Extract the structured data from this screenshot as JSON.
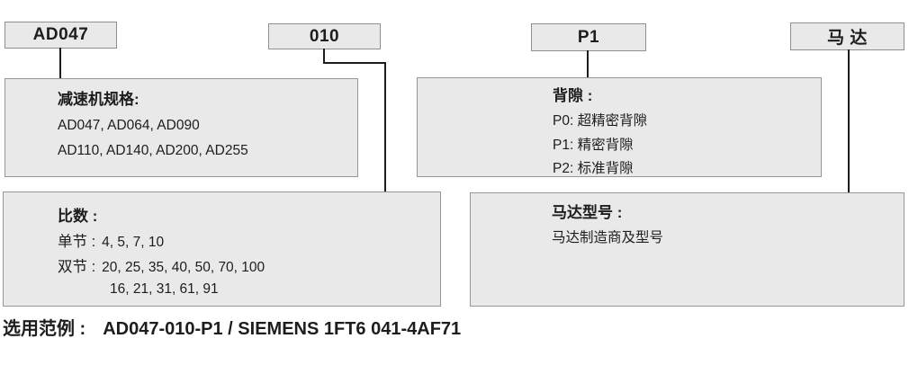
{
  "colors": {
    "background": "#ffffff",
    "box_fill": "#e9e9e9",
    "box_border": "#8f8f8f",
    "connector_line": "#1d1d1b",
    "text": "#1d1d1b"
  },
  "code_boxes": [
    {
      "label": "AD047"
    },
    {
      "label": "010"
    },
    {
      "label": "P1"
    },
    {
      "label": "马 达"
    }
  ],
  "boxes": {
    "spec": {
      "title": "减速机规格:",
      "line1": "AD047, AD064, AD090",
      "line2": "AD110, AD140, AD200, AD255"
    },
    "backlash": {
      "title": "背隙 :",
      "line1": "P0: 超精密背隙",
      "line2": "P1: 精密背隙",
      "line3": "P2: 标准背隙"
    },
    "ratio": {
      "title": "比数 :",
      "row1_label": "单节 :",
      "row1_values": "4, 5, 7, 10",
      "row2_label": "双节 :",
      "row2_values": "20, 25, 35, 40, 50, 70, 100",
      "row2_values_cont": "16, 21, 31, 61, 91"
    },
    "motor": {
      "title": "马达型号 :",
      "line1": "马达制造商及型号"
    }
  },
  "example": {
    "label": "选用范例 :",
    "value": "AD047-010-P1 / SIEMENS 1FT6 041-4AF71"
  }
}
